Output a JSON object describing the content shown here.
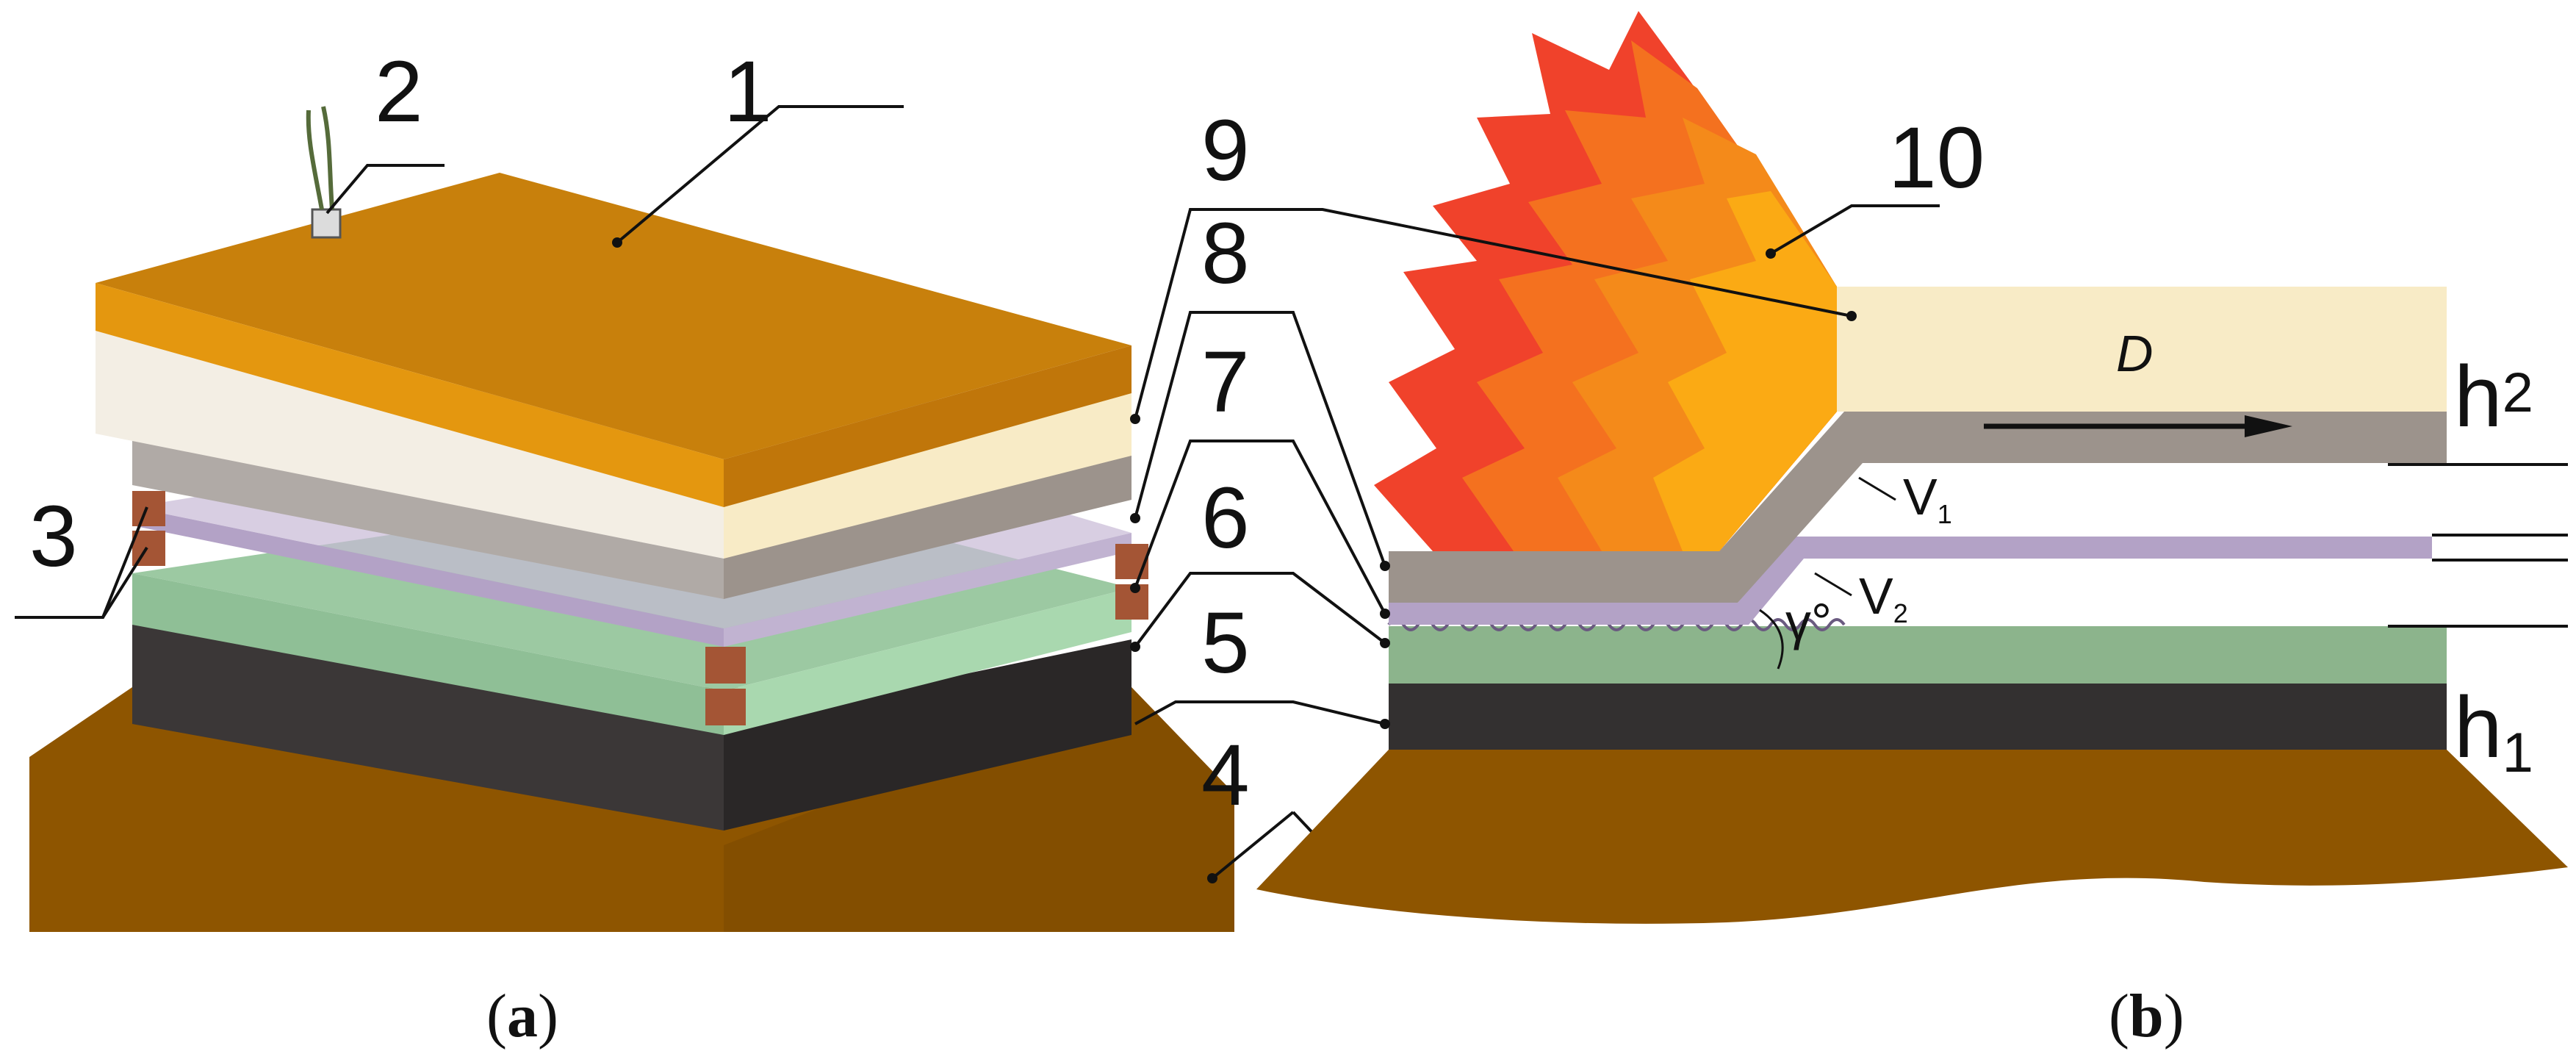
{
  "panels": {
    "a": {
      "caption_open": "(",
      "caption_letter": "a",
      "caption_close": ")"
    },
    "b": {
      "caption_open": "(",
      "caption_letter": "b",
      "caption_close": ")"
    }
  },
  "callouts": [
    "1",
    "2",
    "3",
    "4",
    "5",
    "6",
    "7",
    "8",
    "9",
    "10"
  ],
  "dimensions": {
    "h1_main": "h",
    "h1_sub": "1",
    "h2_main": "h",
    "h2_sub": "2",
    "detonation_label": "D",
    "v1_main": "V",
    "v1_sub": "1",
    "v2_main": "V",
    "v2_sub": "2",
    "gamma": "γ°"
  },
  "colors": {
    "flyer_plate_orange": "#c8800c",
    "explosive_cream": "#f8ebc6",
    "buffer_grey": "#9c938c",
    "interlayer_lavender": "#b3a2c6",
    "base_plate_green": "#8cb48c",
    "black_layer": "#333030",
    "anvil_brown": "#8e5500",
    "flame_red": "#f0422b",
    "flame_orange": "#f48a1a",
    "flame_yellow": "#fbaa14",
    "spacer_copper": "#a45535"
  }
}
